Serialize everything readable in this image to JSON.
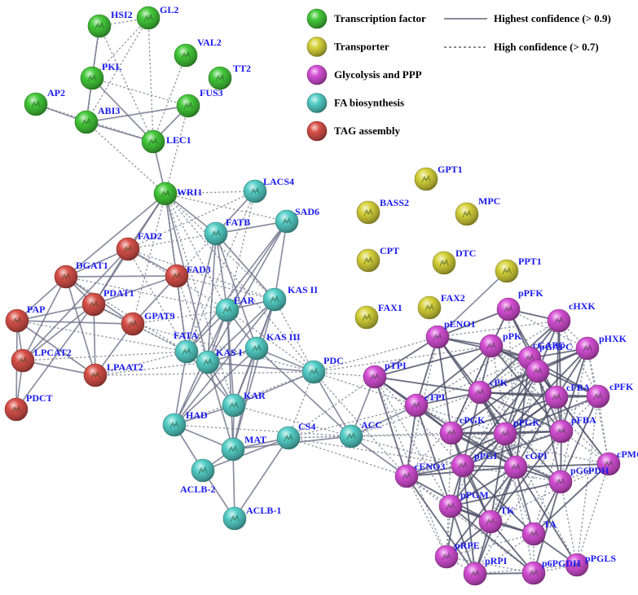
{
  "legend": {
    "categories": [
      {
        "id": "tf",
        "label": "Transcription factor",
        "color": "#44c93a"
      },
      {
        "id": "tr",
        "label": "Transporter",
        "color": "#d6d23a"
      },
      {
        "id": "gly",
        "label": "Glycolysis and PPP",
        "color": "#d64fd6"
      },
      {
        "id": "fa",
        "label": "FA biosynthesis",
        "color": "#55cfc8"
      },
      {
        "id": "tag",
        "label": "TAG assembly",
        "color": "#d9514a"
      }
    ],
    "edge_types": [
      {
        "id": "solid",
        "label": "Highest confidence (> 0.9)"
      },
      {
        "id": "dashed",
        "label": "High confidence (> 0.7)"
      }
    ]
  },
  "nodes": [
    {
      "id": "HSI2",
      "cat": "tf"
    },
    {
      "id": "GL2",
      "cat": "tf"
    },
    {
      "id": "VAL2",
      "cat": "tf"
    },
    {
      "id": "TT2",
      "cat": "tf"
    },
    {
      "id": "PKL",
      "cat": "tf"
    },
    {
      "id": "AP2",
      "cat": "tf"
    },
    {
      "id": "ABI3",
      "cat": "tf"
    },
    {
      "id": "FUS3",
      "cat": "tf"
    },
    {
      "id": "LEC1",
      "cat": "tf"
    },
    {
      "id": "WRI1",
      "cat": "tf"
    },
    {
      "id": "GPT1",
      "cat": "tr"
    },
    {
      "id": "BASS2",
      "cat": "tr"
    },
    {
      "id": "MPC",
      "cat": "tr"
    },
    {
      "id": "CPT",
      "cat": "tr"
    },
    {
      "id": "DTC",
      "cat": "tr"
    },
    {
      "id": "PPT1",
      "cat": "tr"
    },
    {
      "id": "FAX1",
      "cat": "tr"
    },
    {
      "id": "FAX2",
      "cat": "tr"
    },
    {
      "id": "LACS4",
      "cat": "fa"
    },
    {
      "id": "SAD6",
      "cat": "fa"
    },
    {
      "id": "FATB",
      "cat": "fa"
    },
    {
      "id": "EAR",
      "cat": "fa"
    },
    {
      "id": "KAS II",
      "cat": "fa"
    },
    {
      "id": "FATA",
      "cat": "fa"
    },
    {
      "id": "KAS III",
      "cat": "fa"
    },
    {
      "id": "KAS I",
      "cat": "fa"
    },
    {
      "id": "PDC",
      "cat": "fa"
    },
    {
      "id": "KAR",
      "cat": "fa"
    },
    {
      "id": "HAD",
      "cat": "fa"
    },
    {
      "id": "ACC",
      "cat": "fa"
    },
    {
      "id": "MAT",
      "cat": "fa"
    },
    {
      "id": "CS4",
      "cat": "fa"
    },
    {
      "id": "ACLB-2",
      "cat": "fa"
    },
    {
      "id": "ACLB-1",
      "cat": "fa"
    },
    {
      "id": "FAD2",
      "cat": "tag"
    },
    {
      "id": "DGAT1",
      "cat": "tag"
    },
    {
      "id": "FAD3",
      "cat": "tag"
    },
    {
      "id": "PDAT1",
      "cat": "tag"
    },
    {
      "id": "PAP",
      "cat": "tag"
    },
    {
      "id": "GPAT9",
      "cat": "tag"
    },
    {
      "id": "LPCAT2",
      "cat": "tag"
    },
    {
      "id": "LPAAT2",
      "cat": "tag"
    },
    {
      "id": "PDCT",
      "cat": "tag"
    },
    {
      "id": "pPFK",
      "cat": "gly"
    },
    {
      "id": "cHXK",
      "cat": "gly"
    },
    {
      "id": "pENO1",
      "cat": "gly"
    },
    {
      "id": "pPK",
      "cat": "gly"
    },
    {
      "id": "pGAPC",
      "cat": "gly"
    },
    {
      "id": "pHXK",
      "cat": "gly"
    },
    {
      "id": "cGAPC",
      "cat": "gly"
    },
    {
      "id": "pTPI",
      "cat": "gly"
    },
    {
      "id": "cPK",
      "cat": "gly"
    },
    {
      "id": "cFBA",
      "cat": "gly"
    },
    {
      "id": "cPFK",
      "cat": "gly"
    },
    {
      "id": "cTPI",
      "cat": "gly"
    },
    {
      "id": "cPGK",
      "cat": "gly"
    },
    {
      "id": "pPGK",
      "cat": "gly"
    },
    {
      "id": "pFBA",
      "cat": "gly"
    },
    {
      "id": "cPMG",
      "cat": "gly"
    },
    {
      "id": "cENO3",
      "cat": "gly"
    },
    {
      "id": "pPGI",
      "cat": "gly"
    },
    {
      "id": "cGPI",
      "cat": "gly"
    },
    {
      "id": "pG6PDH",
      "cat": "gly"
    },
    {
      "id": "pPGM",
      "cat": "gly"
    },
    {
      "id": "TK",
      "cat": "gly"
    },
    {
      "id": "TA",
      "cat": "gly"
    },
    {
      "id": "pPGLS",
      "cat": "gly"
    },
    {
      "id": "pRPE",
      "cat": "gly"
    },
    {
      "id": "pRPI",
      "cat": "gly"
    },
    {
      "id": "p6PGDH",
      "cat": "gly"
    }
  ]
}
